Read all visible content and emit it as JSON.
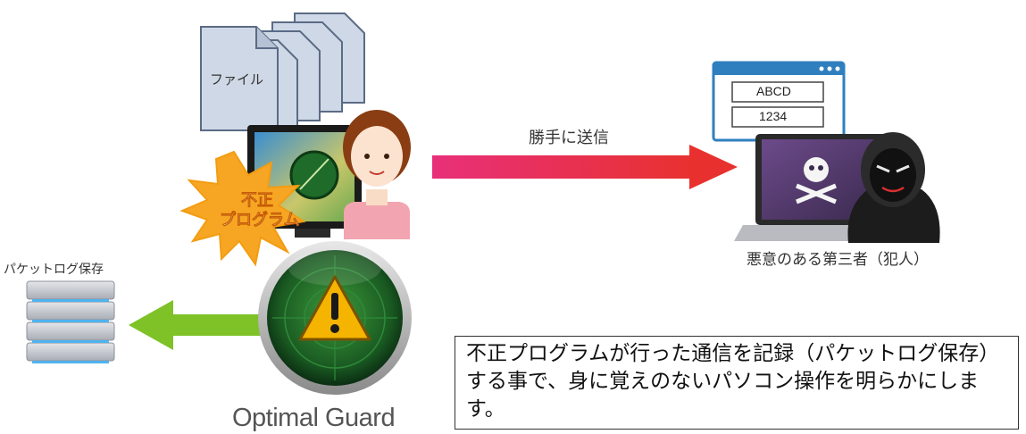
{
  "labels": {
    "file": "ファイル",
    "malware_line1": "不正",
    "malware_line2": "プログラム",
    "send": "勝手に送信",
    "form_field1": "ABCD",
    "form_field2": "1234",
    "attacker": "悪意のある第三者（犯人）",
    "packet_log": "パケットログ保存",
    "brand": "Optimal Guard"
  },
  "note": {
    "text": "不正プログラムが行った通信を記録（パケットログ保存）する事で、身に覚えのないパソコン操作を明らかにします。"
  },
  "colors": {
    "send_arrow_start": "#e8307a",
    "send_arrow_end": "#e8312f",
    "log_arrow": "#7ec228",
    "burst": "#f6a623",
    "guard_green": "#1e6e2a",
    "warning_yellow": "#f4b400"
  }
}
